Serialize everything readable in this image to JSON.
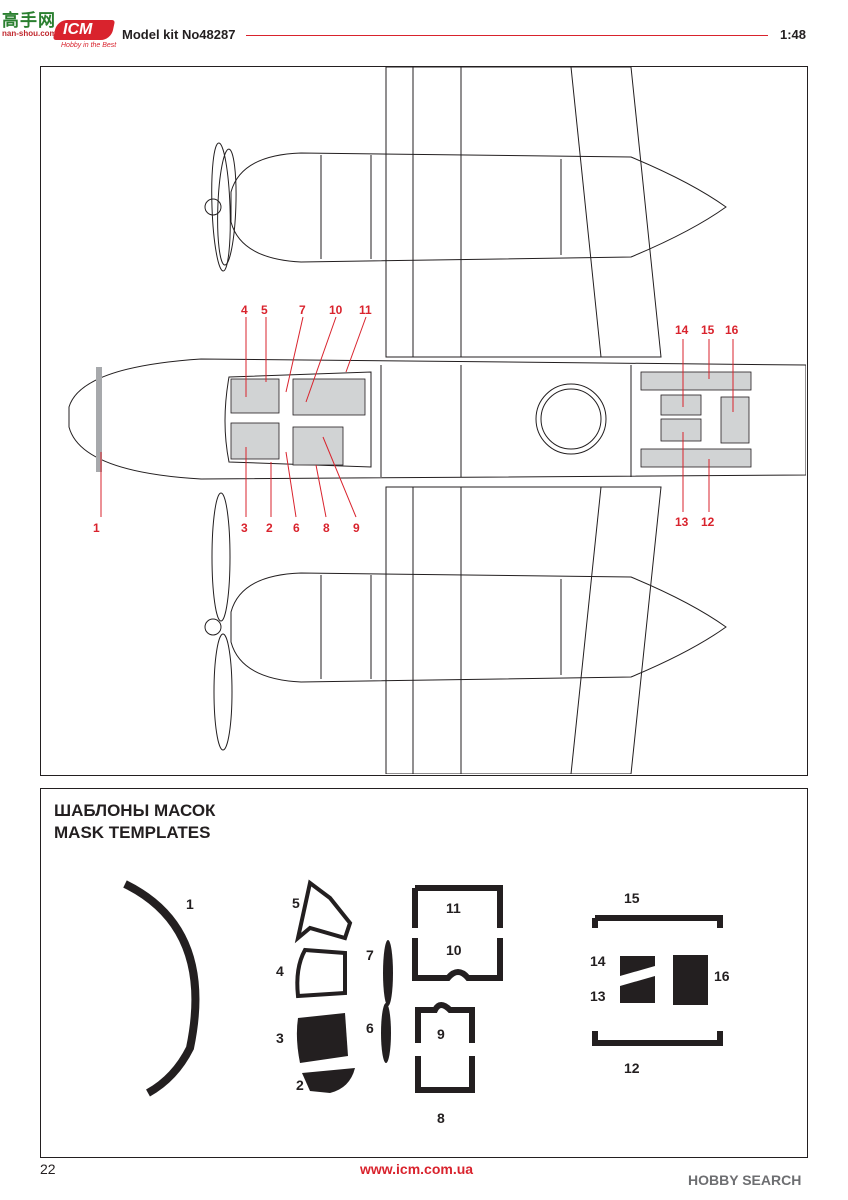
{
  "header": {
    "watermark_chars": "高手网",
    "watermark_url": "nan-shou.com",
    "logo_text": "ICM",
    "logo_tagline": "Hobby in the Best",
    "kit_title": "Model kit No48287",
    "scale": "1:48"
  },
  "diagram": {
    "callouts": [
      "1",
      "2",
      "3",
      "4",
      "5",
      "6",
      "7",
      "8",
      "9",
      "10",
      "11",
      "12",
      "13",
      "14",
      "15",
      "16"
    ]
  },
  "masks": {
    "title_ru": "ШАБЛОНЫ МАСОК",
    "title_en": "MASK TEMPLATES",
    "labels": [
      "1",
      "2",
      "3",
      "4",
      "5",
      "6",
      "7",
      "8",
      "9",
      "10",
      "11",
      "12",
      "13",
      "14",
      "15",
      "16"
    ]
  },
  "footer": {
    "page_number": "22",
    "url": "www.icm.com.ua",
    "brand": "HOBBY SEARCH"
  },
  "colors": {
    "accent_red": "#d9232d",
    "line": "#231f20",
    "mask_fill": "#d1d3d4"
  }
}
